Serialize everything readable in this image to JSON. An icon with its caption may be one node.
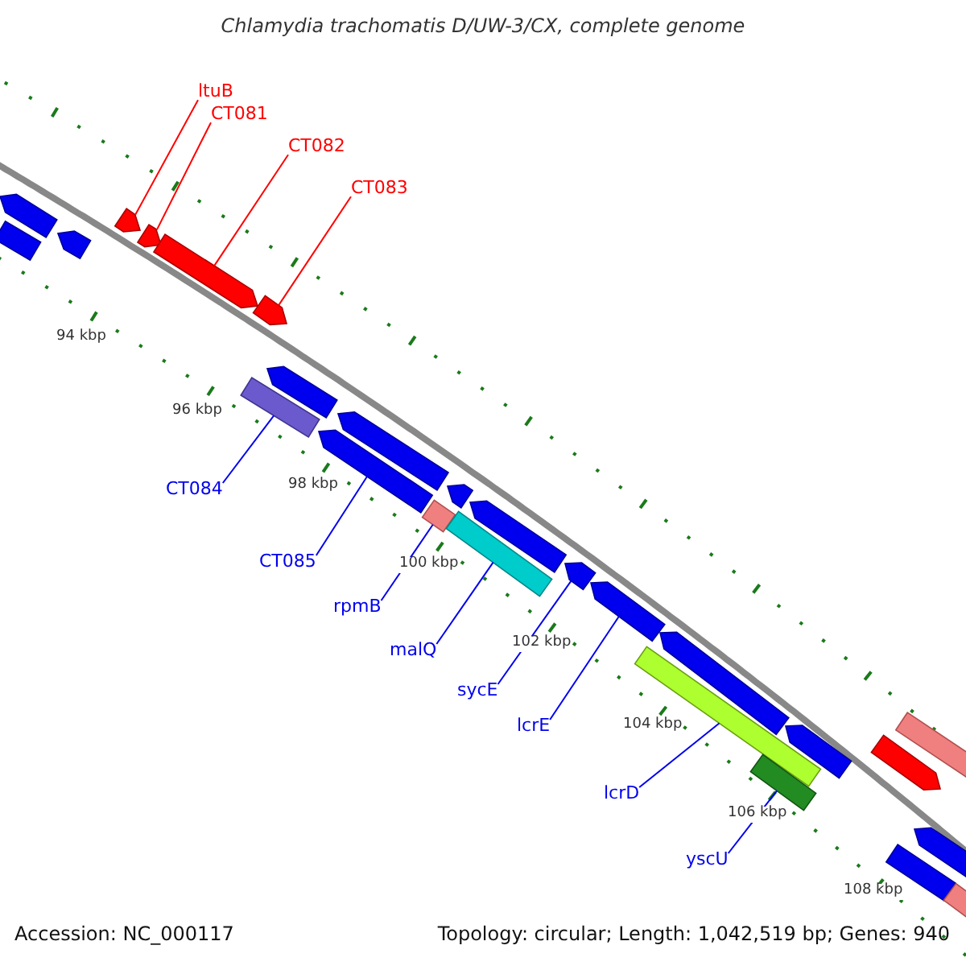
{
  "diagram": {
    "title": "Chlamydia trachomatis D/UW-3/CX, complete genome",
    "nodes": [
      {
        "text": [
          "ltuB"
        ]
      },
      {
        "text": [
          "CT081"
        ]
      },
      {
        "text": [
          "CT082"
        ]
      },
      {
        "text": [
          "CT083"
        ]
      },
      {
        "text": [
          "CT084"
        ]
      },
      {
        "text": [
          "CT085"
        ]
      },
      {
        "text": [
          "rpmB"
        ]
      },
      {
        "text": [
          "malQ"
        ]
      },
      {
        "text": [
          "sycE"
        ]
      },
      {
        "text": [
          "lcrE"
        ]
      },
      {
        "text": [
          "lcrD"
        ]
      },
      {
        "text": [
          "yscU"
        ]
      },
      {
        "text": [],
        "shape": "bar"
      },
      {
        "text": [],
        "shape": "bar"
      },
      {
        "text": [],
        "shape": "bar"
      },
      {
        "text": [],
        "shape": "bar"
      },
      {
        "text": [],
        "shape": "bar"
      },
      {
        "text": [],
        "shape": "bar"
      },
      {
        "text": [],
        "shape": "bar"
      },
      {
        "text": [],
        "shape": "bar"
      },
      {
        "text": [],
        "shape": "bar"
      },
      {
        "text": [],
        "shape": "bar"
      },
      {
        "text": [],
        "shape": "bar"
      },
      {
        "text": [],
        "shape": "bar"
      },
      {
        "text": [],
        "shape": "bar"
      },
      {
        "text": [],
        "shape": "bar"
      },
      {
        "text": [],
        "shape": "bar"
      },
      {
        "text": [],
        "shape": "bar"
      },
      {
        "text": [],
        "shape": "bar"
      },
      {
        "text": [],
        "shape": "bar"
      },
      {
        "text": [],
        "shape": "bar"
      },
      {
        "text": [],
        "shape": "bar"
      },
      {
        "text": [],
        "shape": "bar"
      },
      {
        "text": [],
        "shape": "bar"
      },
      {
        "text": [],
        "shape": "bar"
      },
      {
        "text": [],
        "shape": "bar"
      },
      {
        "text": [],
        "shape": "bar"
      },
      {
        "text": [],
        "shape": "bar"
      }
    ],
    "edges": [
      {
        "from": 0,
        "to": 15,
        "arrow": "none",
        "color": "#ff0000"
      },
      {
        "from": 1,
        "to": 16,
        "arrow": "none",
        "color": "#ff0000"
      },
      {
        "from": 2,
        "to": 17,
        "arrow": "none",
        "color": "#ff0000"
      },
      {
        "from": 3,
        "to": 18,
        "arrow": "none",
        "color": "#ff0000"
      },
      {
        "from": 4,
        "to": 19,
        "arrow": "none"
      },
      {
        "from": 5,
        "to": 21,
        "arrow": "none"
      },
      {
        "from": 6,
        "to": 23,
        "arrow": "none"
      },
      {
        "from": 7,
        "to": 25,
        "arrow": "none"
      },
      {
        "from": 8,
        "to": 27,
        "arrow": "none"
      },
      {
        "from": 9,
        "to": 28,
        "arrow": "none"
      },
      {
        "from": 10,
        "to": 29,
        "arrow": "none"
      },
      {
        "from": 11,
        "to": 31,
        "arrow": "none"
      }
    ],
    "labels": [
      "94 kbp",
      "96 kbp",
      "98 kbp",
      "100 kbp",
      "102 kbp",
      "104 kbp",
      "106 kbp",
      "108 kbp",
      "Accession: NC_000117",
      "Topology: circular; Length: 1,042,519 bp; Genes: 940"
    ]
  }
}
